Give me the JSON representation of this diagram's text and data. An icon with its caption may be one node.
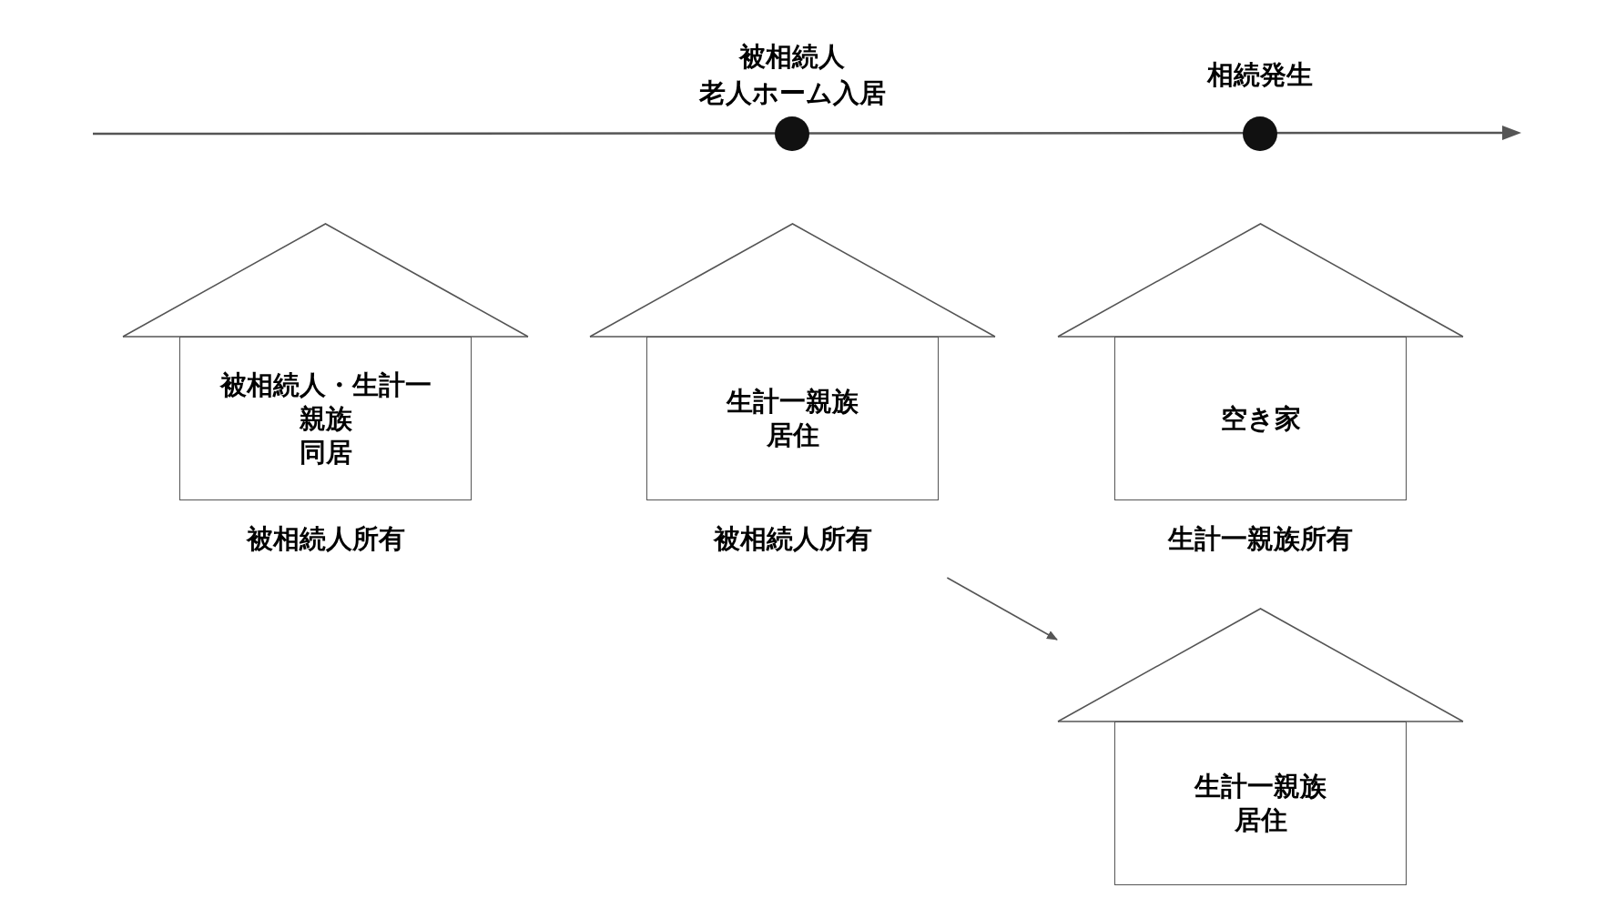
{
  "diagram": {
    "nodes": [
      {
        "text": [
          "被相続人・生計一親族",
          "同居"
        ],
        "beside": [
          "被相続人所有"
        ]
      },
      {
        "text": [
          "生計一親族",
          "居住"
        ],
        "beside": [
          "被相続人所有"
        ]
      },
      {
        "text": [
          "空き家"
        ],
        "beside": [
          "生計一親族所有"
        ]
      },
      {
        "text": [
          "生計一親族",
          "居住"
        ]
      }
    ],
    "edges": [
      {
        "from": 1,
        "to": 3,
        "arrow": "to"
      }
    ],
    "labels": [
      "被相続人",
      "老人ホーム入居",
      "相続発生"
    ]
  }
}
